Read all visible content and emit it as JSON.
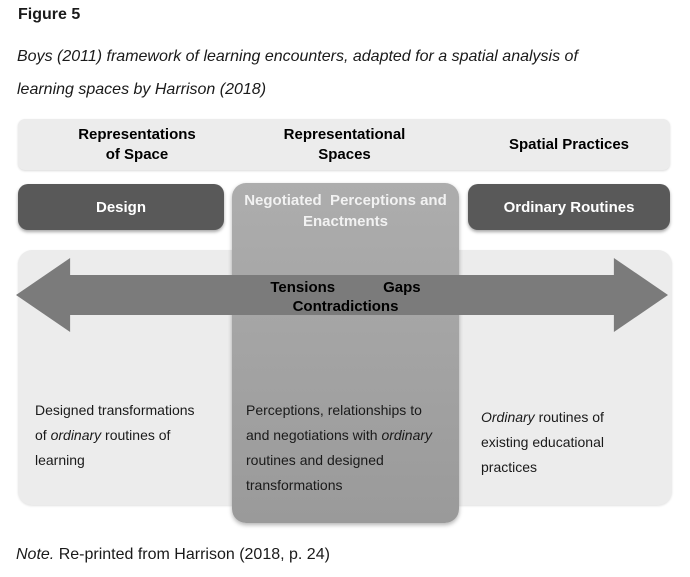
{
  "figure": {
    "label": "Figure 5",
    "caption": "Boys (2011) framework of learning encounters, adapted for a spatial analysis of\nlearning spaces by Harrison (2018)"
  },
  "diagram": {
    "header_row": {
      "columns": [
        "Representations\nof Space",
        "Representational\nSpaces",
        "Spatial Practices"
      ]
    },
    "boxes": {
      "left": "Design",
      "middle": "Negotiated  Perceptions and\nEnactments",
      "right": "Ordinary Routines"
    },
    "arrow": {
      "line1_left": "Tensions",
      "line1_right": "Gaps",
      "line2": "Contradictions"
    },
    "descriptions": {
      "left": [
        {
          "text": "Designed transformations\nof ",
          "italic": false
        },
        {
          "text": "ordinary",
          "italic": true
        },
        {
          "text": " routines of\nlearning",
          "italic": false
        }
      ],
      "middle": [
        {
          "text": "Perceptions, relationships to\nand negotiations with ",
          "italic": false
        },
        {
          "text": "ordinary",
          "italic": true
        },
        {
          "text": "\nroutines and designed\ntransformations",
          "italic": false
        }
      ],
      "right": [
        {
          "text": "Ordinary",
          "italic": true
        },
        {
          "text": " routines of\nexisting educational\npractices",
          "italic": false
        }
      ]
    },
    "colors": {
      "band": "#ececec",
      "dark_box": "#595959",
      "middle_panel": "#a0a0a0",
      "arrow": "#7b7b7b",
      "box_label": "#f2f2f2",
      "text": "#1a1a1a"
    }
  },
  "note": {
    "segments": [
      {
        "text": "Note.",
        "italic": true
      },
      {
        "text": " Re-printed from Harrison (2018, p. 24)",
        "italic": false
      }
    ]
  }
}
